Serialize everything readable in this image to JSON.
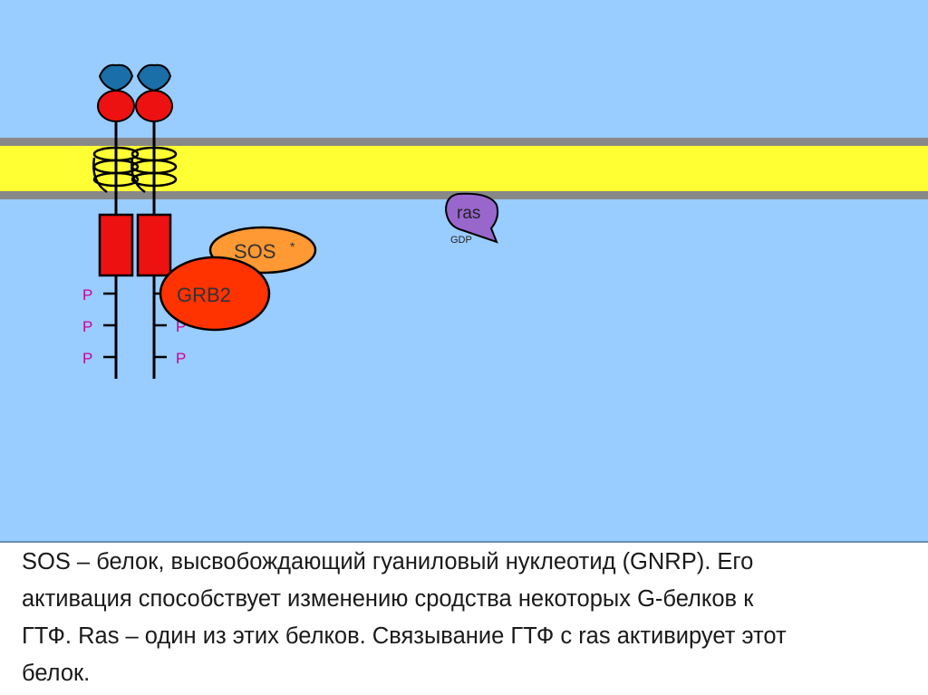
{
  "colors": {
    "background": "#99ccff",
    "membrane": "#ffff33",
    "membrane_edge": "#888888",
    "receptor_kinase": "#ee1111",
    "ligand_red": "#ee1111",
    "ligand_blue": "#1a6fa8",
    "grb2": "#ff3300",
    "sos": "#ff9933",
    "ras": "#9966cc",
    "phosphate": "#cc0099"
  },
  "labels": {
    "sos": "SOS",
    "sos_mark": "*",
    "grb2": "GRB2",
    "ras": "ras",
    "gdp": "GDP",
    "phosphate": "P"
  },
  "caption": {
    "lines": [
      "SOS – белок, высвобождающий гуаниловый нуклеотид (GNRP). Его",
      "активация способствует изменению сродства некоторых G-белков к",
      "ГТФ. Ras – один из этих белков. Связывание ГТФ с ras активирует этот",
      "белок."
    ]
  }
}
